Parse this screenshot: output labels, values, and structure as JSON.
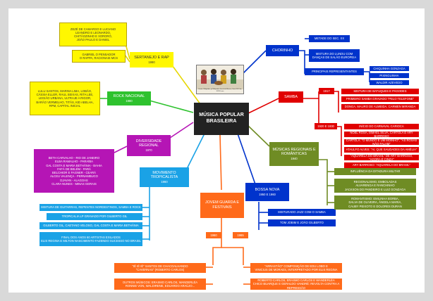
{
  "center": {
    "title": "MÚSICA POPULAR BRASILEIRA",
    "caption": "Fonte: Wikipédia, pt.Wikipedia.Jornal de Música, Guia 2012 do XXXX.com"
  },
  "sertanejo": {
    "title": "SERTANEJO E RAP",
    "year": "1990",
    "artists": "ZEZÉ DE CAMARGO E LUCIANO\nLEANDRO E LEONARDO,\nCHITÃOZINHO E XORORÓ,\nJOÃO PAULO E DANIEL",
    "rap": "GABRIEL O PENSADOR\nO RAPPA, RACIONAIS MCS"
  },
  "rock": {
    "title": "ROCK NACIONAL",
    "year": "1980",
    "artists": "LULU SANTOS, MARINA LIMA, LOBÃO,\nCÁSSIA ELLER, RAUL SEIXAS, RITA LEE,\nLEGIÃO URBANA, ULTRAJE A RIGOR,\nBARÃO VERMELHO, TITÃS, KID ABELHA,\nRPM, CAPITAL INICIAL"
  },
  "diversidade": {
    "title": "DIVERSIDADE REGIONAL",
    "year": "1970",
    "artists": "BETH CARVALHO - RIO DE JANEIRO\nELBA RAMALHO - PARAÍBA\nGAL COSTA E MARIA BETHÂNIA - BAHIA\nFAFÁ DE BELÉM - PARÁ\nBELCHIOR E FAGNER - CEARÁ\nALCEU VALENÇA - PERNAMBUCO\nDJAVAN - ALAGOAS\nCLARA NUNES - MINAS GERAIS"
  },
  "tropicalista": {
    "title": "MOVIMENTO TROPICALISTA",
    "year": "1960",
    "items": [
      "MISTURA DE GUITARRAS, REPENTES NORDESTINOS, SAMBA E ROCK",
      "TROPICALIA LP GRAVADO POR GILBERTO GIL",
      "GILBERTO GIL, CAETANO VELOSO, GAL COSTA E MARIA BETHÂNIA",
      "FINAL DOS ANOS 60 ARTISTAS EXILADOS\nELIS REGINA E MILTON NASCIMENTO FAZENDO SUCESSO NO BRASIL"
    ]
  },
  "jovem_guarda": {
    "title": "JOVEM GUARDA E FESTIVAIS",
    "year1": "1960",
    "year2": "1965",
    "left_items": [
      "\"IÊ IÊ IÊ\" SANTOS DE CHACOALHANDO\n\"CAVERNAS\" (ROBERTO CARLOS)",
      "OUTROS MÚSICOS: ERASMO CARLOS, WANDERLÉA\nRONNIE VON, WALDIRENE, EDUARDO ARAÚJO..."
    ],
    "right_items": [
      "\"ARRASTÃO\" COMPOSIÇÃO DE EDU LOBO E\nVINICIUS DE MORAES, INTERPRETADO POR ELIS REGINA",
      "ROBERTO CARLOS, ERASMO CARLOS E WANDERLÉA\nCHICO BUARQUE E GERALDO VANDRÉ: REVOLTA CONTRA A REPRESSÃO"
    ]
  },
  "bossa": {
    "title": "BOSSA NOVA",
    "year": "1950 E 1960",
    "items": [
      "MISTURADO JAZZ COM O SAMBA",
      "TOM JOBIM E JOÃO GILBERTO"
    ]
  },
  "regionais": {
    "title": "MÚSICAS REGIONAIS E ROMÂNTICAS",
    "year": "1940",
    "items": [
      "INFLUÊNCIA DA DITADURA MILITAR",
      "REGIONALISMO, EMBOLADAS\nALVARENGA E RANCHINHO\nJACKSON DO PANDEIRO E LUIZ GONZAGA",
      "ROMANTISMO: EMILINHA BORBA,\nDALVA DE OLIVEIRA, ÂNGELA MARIA,\nCAUBY PEIXOTO E DOLORES DURAN"
    ]
  },
  "samba": {
    "title": "SAMBA",
    "year1": "1917",
    "year2": "1920 E 1930",
    "items_1917": [
      "MISTURA DE BATUQUES E PAGODES",
      "PRIMEIRO SAMBA GRAVADO \"PELO TELEFONE\"",
      "DONGA, MAURO DE ALMEIDA, CARMEN MIRANDA"
    ],
    "items_1920": [
      "INÍCIO DO CARNAVAL CARIOCA",
      "NOEL ROSA, ISMAEL SILVA, CARTOLA E ARY BARROSO",
      "CARTOLA: \"O MUNDO É UM MOINHO\", \"AS ROSAS NÃO FALAM\"",
      "ATAULFO ALVES: \"AI, QUE SAUDADES DA AMÉLIA\"",
      "\"AQUARELA DO BRASIL\" DE ARY BARROSO, \"AGORA É CINZA\"",
      "ARY BARROSO: \"AQUARELA DO BRASIL\""
    ]
  },
  "chorinho": {
    "title": "CHORINHO",
    "items": [
      "METADE DO SEC. XX",
      "MISTURA DO LUNDU COM\nDANÇAS DE SALÃO EUROPEIA",
      "PRINCIPAIS REPRESENTANTES"
    ],
    "representatives": [
      "CHIQUINHA GONZAGA",
      "PIXINGUINHA",
      "WALDIR AZEVEDO"
    ]
  },
  "colors": {
    "sertanejo": "#fff700",
    "rock": "#2ec22e",
    "diversidade": "#b515b5",
    "tropicalista": "#1aa2e6",
    "jovem_guarda": "#ff6a1a",
    "bossa": "#0033cc",
    "regionais": "#6f8c24",
    "samba": "#e00000",
    "chorinho": "#0033cc",
    "center": "#222222"
  }
}
